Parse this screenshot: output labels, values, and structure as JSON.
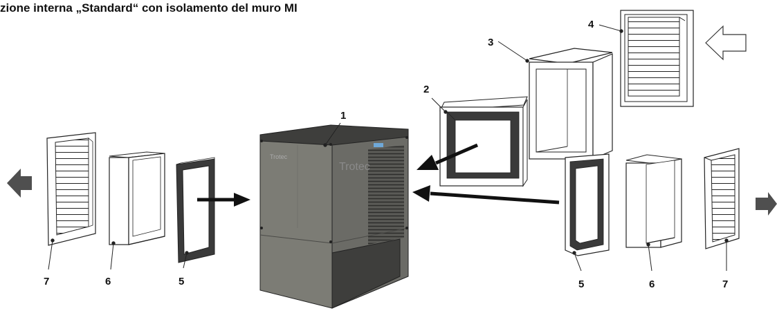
{
  "title": "zione interna „Standard“ con isolamento del muro MI",
  "device": {
    "brand": "Trotec",
    "logo": "Trotec"
  },
  "callouts": {
    "c1": "1",
    "c2": "2",
    "c3": "3",
    "c4": "4",
    "c5_left": "5",
    "c6_left": "6",
    "c7_left": "7",
    "c5_right": "5",
    "c6_right": "6",
    "c7_right": "7"
  },
  "colors": {
    "line": "#222222",
    "frame_dark": "#3a3a3a",
    "device_body": "#7b7b74",
    "device_dark": "#3e3e3c",
    "arrow_gray": "#4f4f4f",
    "arrow_black": "#111111"
  },
  "icons": {
    "arrow_left_exhaust": "thick-arrow-left-icon",
    "arrow_right_exhaust": "thick-arrow-right-icon",
    "arrow_intake": "outline-arrow-left-icon"
  }
}
